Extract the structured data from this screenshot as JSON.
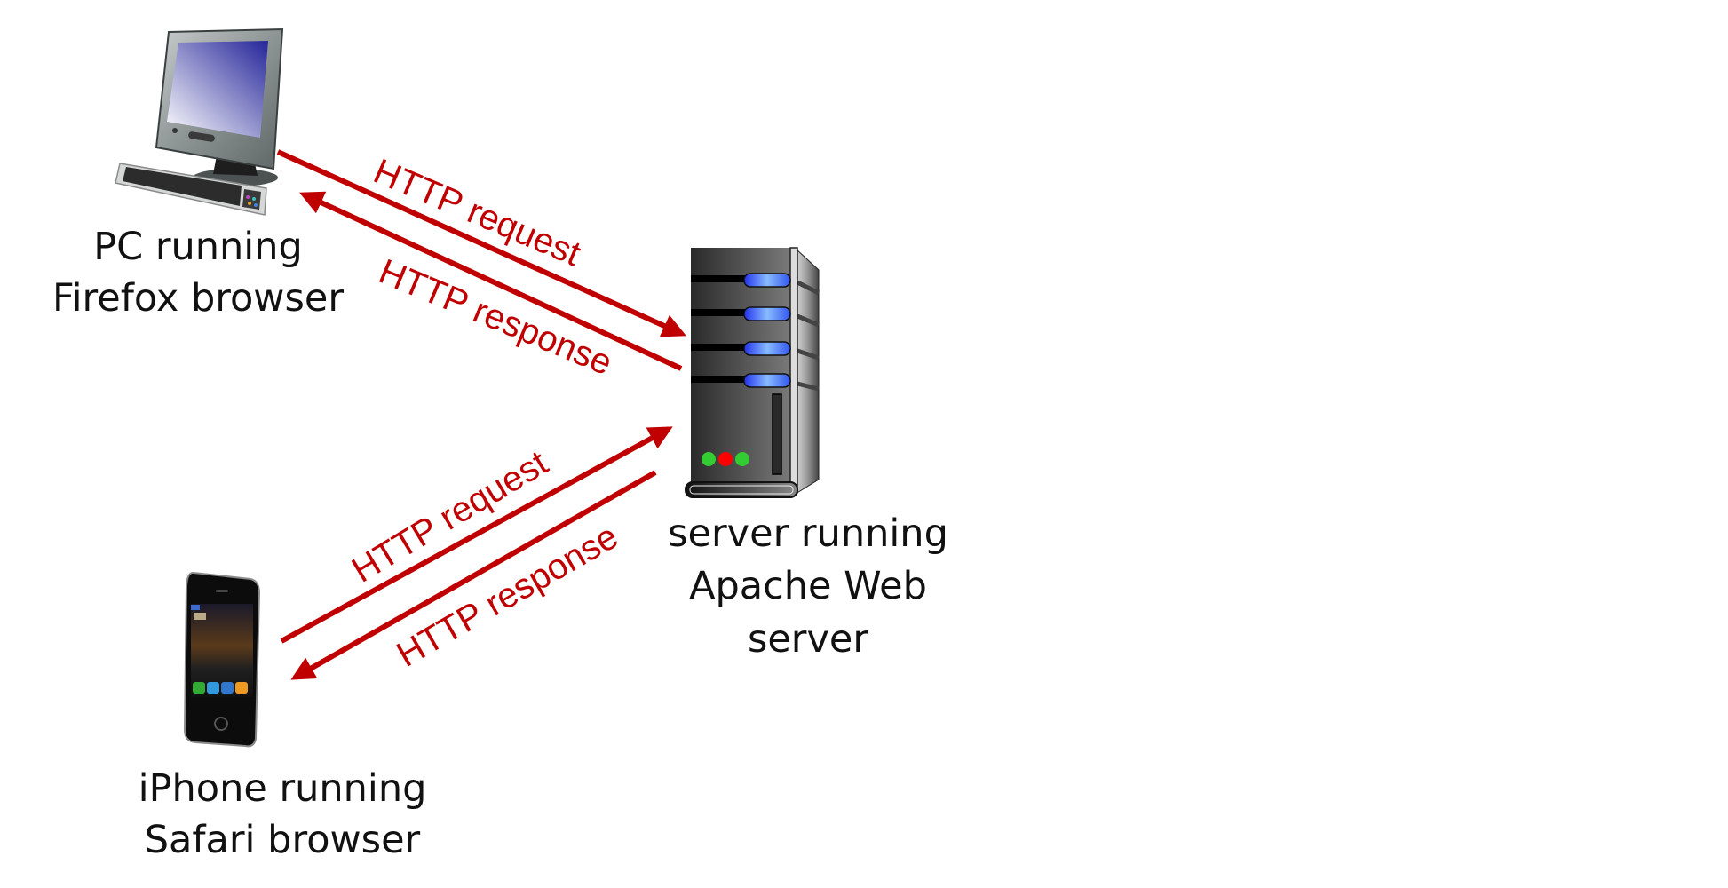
{
  "diagram": {
    "title": "HTTP request/response between clients and web server",
    "accent_color": "#C00000",
    "nodes": [
      {
        "id": "pc",
        "icon": "desktop-computer-icon",
        "label_lines": [
          "PC running",
          "Firefox browser"
        ]
      },
      {
        "id": "server",
        "icon": "server-tower-icon",
        "label_lines": [
          "server running",
          "Apache Web",
          "server"
        ]
      },
      {
        "id": "iphone",
        "icon": "smartphone-icon",
        "label_lines": [
          "iPhone running",
          "Safari browser"
        ]
      }
    ],
    "messages": [
      {
        "from": "pc",
        "to": "server",
        "label": "HTTP request"
      },
      {
        "from": "server",
        "to": "pc",
        "label": "HTTP response"
      },
      {
        "from": "iphone",
        "to": "server",
        "label": "HTTP request"
      },
      {
        "from": "server",
        "to": "iphone",
        "label": "HTTP response"
      }
    ],
    "server_leds": [
      "#33cc33",
      "#ff0000",
      "#33cc33"
    ]
  }
}
